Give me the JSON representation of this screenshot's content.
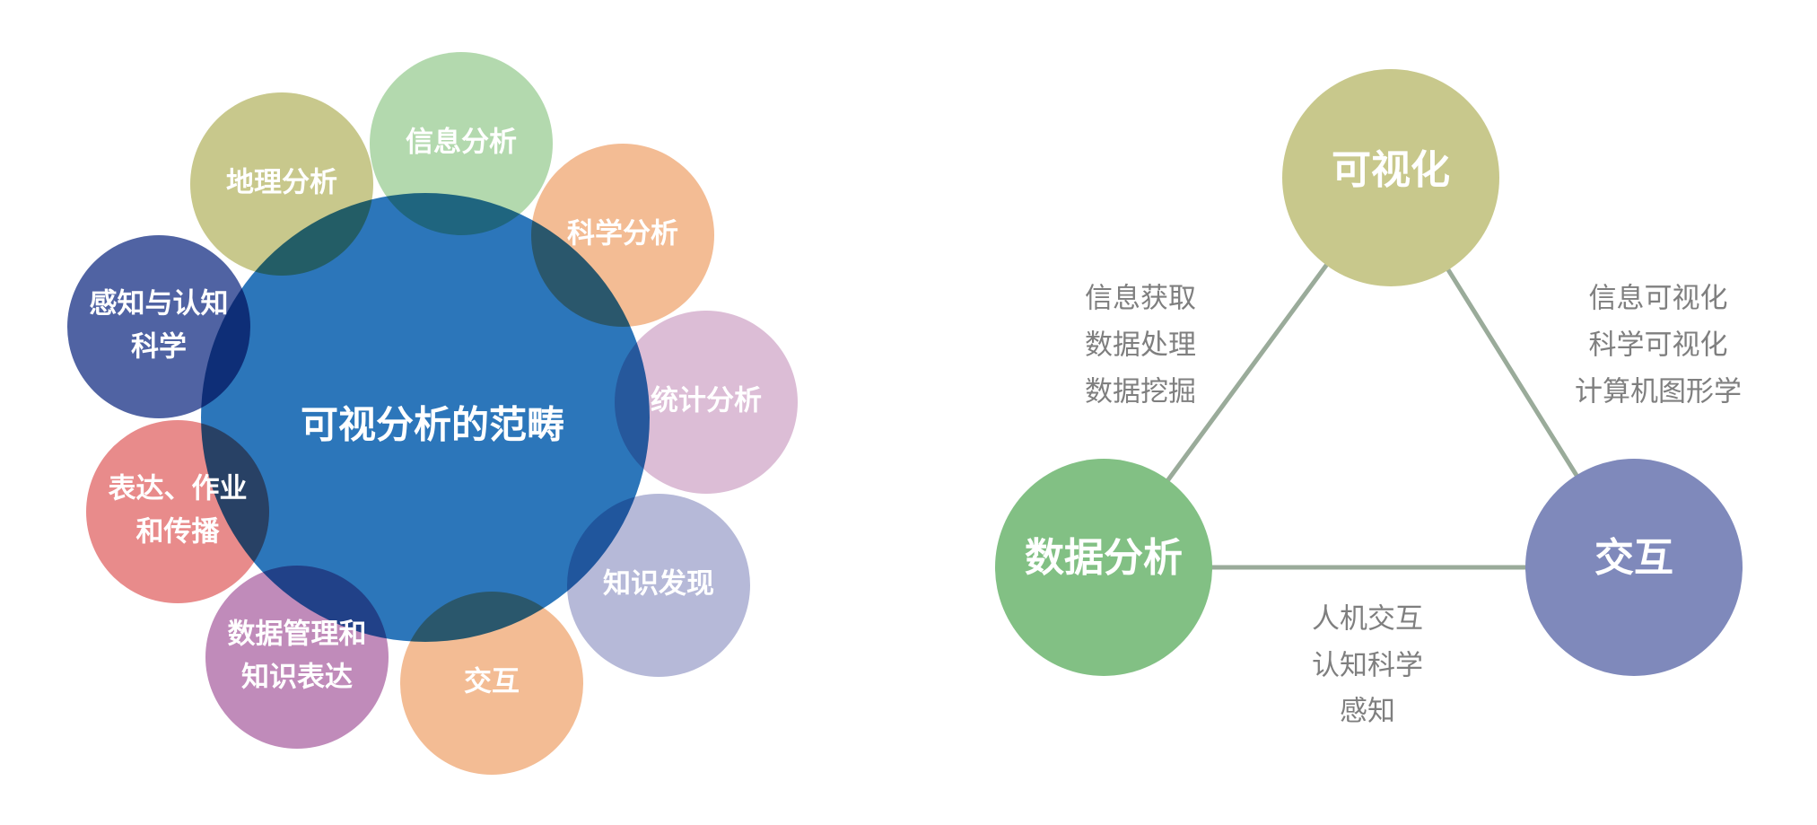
{
  "left_diagram": {
    "center": {
      "label": "可视分析的范畴",
      "color": "#2571b8"
    },
    "satellites": [
      {
        "lines": [
          "地理分析"
        ],
        "color": "#c8c88c"
      },
      {
        "lines": [
          "信息分析"
        ],
        "color": "#b3d9ae"
      },
      {
        "lines": [
          "科学分析"
        ],
        "color": "#f3bc94"
      },
      {
        "lines": [
          "统计分析"
        ],
        "color": "#dcbdd6"
      },
      {
        "lines": [
          "知识发现"
        ],
        "color": "#b6b9d8"
      },
      {
        "lines": [
          "交互"
        ],
        "color": "#f3bc94"
      },
      {
        "lines": [
          "数据管理和",
          "知识表达"
        ],
        "color": "#c08bba"
      },
      {
        "lines": [
          "表达、作业",
          "和传播"
        ],
        "color": "#e88b8b"
      },
      {
        "lines": [
          "感知与认知",
          "科学"
        ],
        "color": "#5063a3"
      }
    ]
  },
  "right_diagram": {
    "nodes": {
      "visualization": {
        "label": "可视化",
        "color": "#c8c88c"
      },
      "data_analysis": {
        "label": "数据分析",
        "color": "#82c084"
      },
      "interaction": {
        "label": "交互",
        "color": "#7f89bb"
      }
    },
    "edge_color": "#9aab9a",
    "edges": {
      "analysis_visualization": [
        "信息获取",
        "数据处理",
        "数据挖掘"
      ],
      "visualization_interaction": [
        "信息可视化",
        "科学可视化",
        "计算机图形学"
      ],
      "analysis_interaction": [
        "人机交互",
        "认知科学",
        "感知"
      ]
    }
  }
}
